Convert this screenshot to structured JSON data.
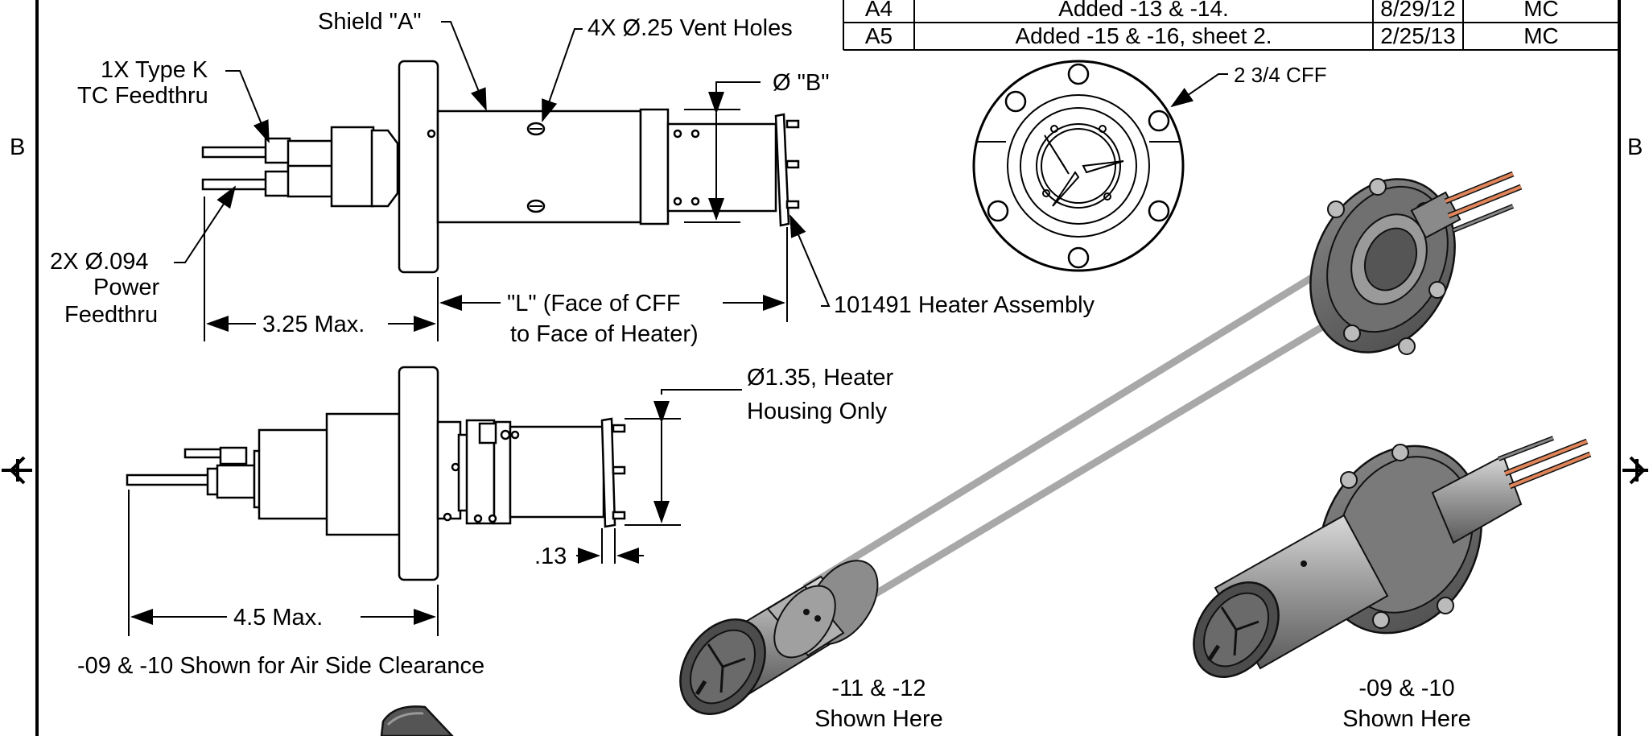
{
  "revision_table": {
    "rows": [
      {
        "rev": "A4",
        "description": "Added -13 & -14.",
        "date": "8/29/12",
        "by": "MC"
      },
      {
        "rev": "A5",
        "description": "Added -15 & -16, sheet 2.",
        "date": "2/25/13",
        "by": "MC"
      }
    ]
  },
  "border": {
    "zone_left": "B",
    "zone_right": "B"
  },
  "callouts": {
    "shield": "Shield \"A\"",
    "vent_holes": "4X Ø.25 Vent Holes",
    "tc_feedthru_1": "1X Type K",
    "tc_feedthru_2": "TC Feedthru",
    "diameter_b": "Ø \"B\"",
    "cff": "2 3/4 CFF",
    "power_1": "2X Ø.094",
    "power_2": "Power",
    "power_3": "Feedthru",
    "max_325": "3.25 Max.",
    "length_l_1": "\"L\" (Face of CFF",
    "length_l_2": "to Face of Heater)",
    "heater_assembly": "101491 Heater Assembly",
    "housing_1": "Ø1.35, Heater",
    "housing_2": "Housing Only",
    "dim_13": ".13",
    "max_45": "4.5 Max.",
    "air_side": "-09 & -10 Shown for Air Side Clearance",
    "iso_left_1": "-11 & -12",
    "iso_left_2": "Shown Here",
    "iso_right_1": "-09 & -10",
    "iso_right_2": "Shown Here"
  }
}
